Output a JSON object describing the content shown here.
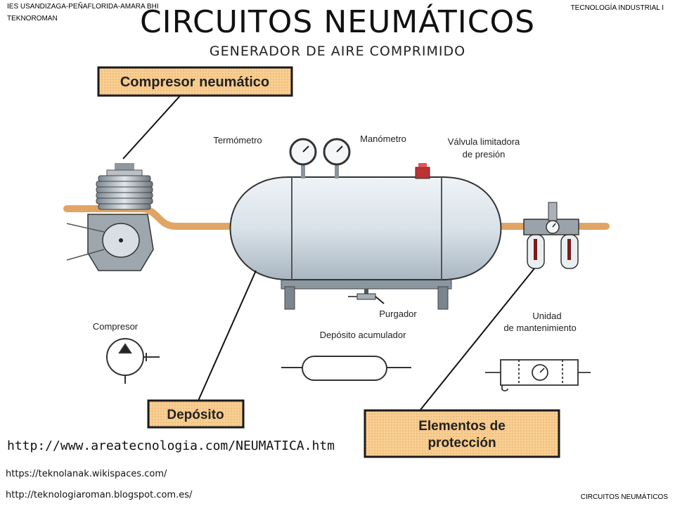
{
  "header": {
    "school": "IES USANDIZAGA-PEÑAFLORIDA-AMARA BHI",
    "author": "TEKNOROMAN",
    "course": "TECNOLOGÍA INDUSTRIAL I",
    "title": "CIRCUITOS NEUMÁTICOS",
    "subtitle": "GENERADOR DE AIRE COMPRIMIDO"
  },
  "diagram": {
    "callouts": {
      "compressor": "Compresor neumático",
      "tank": "Depósito",
      "protection_line1": "Elementos de",
      "protection_line2": "protección"
    },
    "labels": {
      "thermometer": "Termómetro",
      "manometer": "Manómetro",
      "valve_line1": "Válvula limitadora",
      "valve_line2": "de presión",
      "drain": "Purgador",
      "compressor_symbol": "Compresor",
      "tank_symbol": "Depósito acumulador",
      "maintenance_line1": "Unidad",
      "maintenance_line2": "de mantenimiento"
    },
    "colors": {
      "callout_fill": "#f7c98a",
      "callout_border": "#1a1a1a",
      "pipe": "#e0a565",
      "tank_body": "#c8d4dc"
    }
  },
  "footer": {
    "url_main": "http://www.areatecnologia.com/NEUMATICA.htm",
    "url_wiki": "https://teknolanak.wikispaces.com/",
    "url_blog": "http://teknologiaroman.blogspot.com.es/",
    "footer_right": "CIRCUITOS NEUMÁTICOS"
  }
}
